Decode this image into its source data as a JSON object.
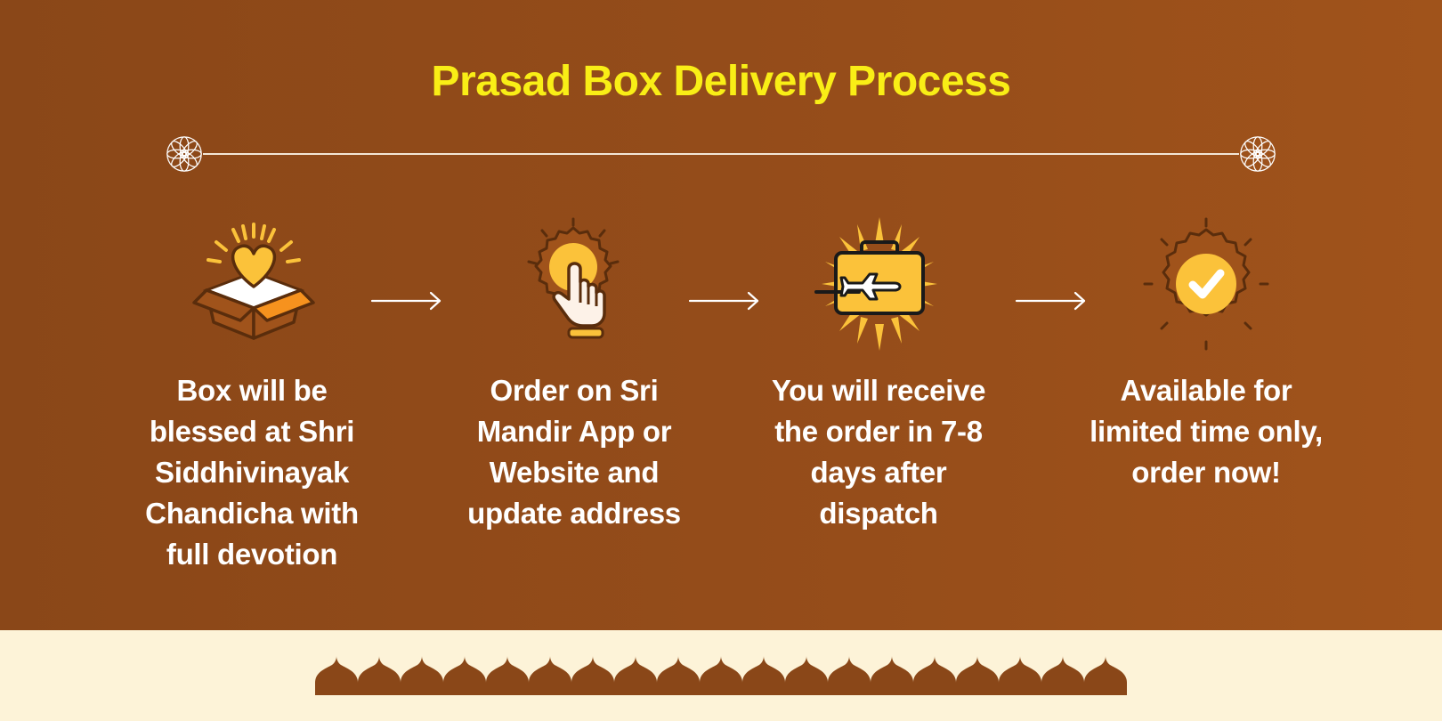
{
  "colors": {
    "banner_brown": "#924b19",
    "title_yellow": "#f9ee16",
    "text_white": "#ffffff",
    "cream": "#fdf3d8",
    "icon_gold": "#fbc23a",
    "icon_orange": "#f6921e",
    "icon_dark": "#5a2d0c",
    "scallop": "#8a4718"
  },
  "title": "Prasad Box Delivery Process",
  "divider": {
    "ornament_icon": "mandala-icon"
  },
  "steps": [
    {
      "icon": "heart-box-icon",
      "text": "Box will be blessed at Shri Siddhivinayak Chandicha with full devotion"
    },
    {
      "icon": "tap-hand-icon",
      "text": "Order on Sri Mandir App or Website and update address"
    },
    {
      "icon": "plane-suitcase-icon",
      "text": "You will receive the order in 7-8 days after dispatch"
    },
    {
      "icon": "check-badge-icon",
      "text": "Available for limited time only, order now!"
    }
  ],
  "arrow_icon": "arrow-right-icon",
  "footer": {
    "pattern": "scallop-border"
  }
}
